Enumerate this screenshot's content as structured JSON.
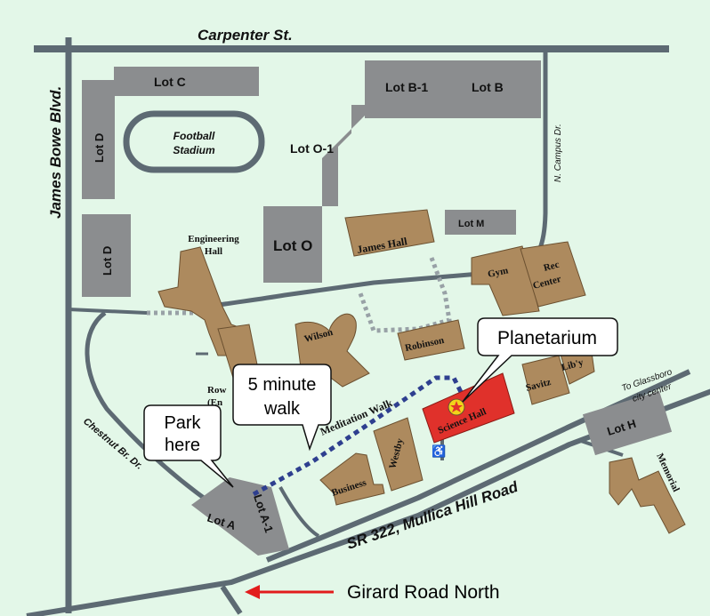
{
  "streets": {
    "carpenter": "Carpenter St.",
    "james_bowe": "James Bowe Blvd.",
    "n_campus": "N. Campus Dr.",
    "chestnut": "Chestnut Br. Dr.",
    "mullica": "SR 322, Mullica Hill Road",
    "to_glassboro_1": "To Glassboro",
    "to_glassboro_2": "city center",
    "meditation": "Meditation Walk",
    "girard": "Girard Road North"
  },
  "lots": {
    "c": "Lot C",
    "d1": "Lot D",
    "d2": "Lot D",
    "b1": "Lot B-1",
    "b": "Lot B",
    "o1": "Lot O-1",
    "o": "Lot O",
    "m": "Lot M",
    "a": "Lot A",
    "a1": "Lot A-1",
    "h": "Lot H"
  },
  "stadium": {
    "line1": "Football",
    "line2": "Stadium"
  },
  "buildings": {
    "engineering_1": "Engineering",
    "engineering_2": "Hall",
    "james_hall": "James Hall",
    "gym": "Gym",
    "rec_1": "Rec",
    "rec_2": "Center",
    "wilson": "Wilson",
    "robinson": "Robinson",
    "science_hall": "Science Hall",
    "savitz": "Savitz",
    "library": "Lib'y",
    "business": "Business",
    "westby": "Westby",
    "memorial": "Memorial",
    "rowan_1": "Row",
    "rowan_2": "(En"
  },
  "callouts": {
    "planetarium": "Planetarium",
    "walk_1": "5 minute",
    "walk_2": "walk",
    "park_1": "Park",
    "park_2": "here"
  },
  "icons": {
    "accessible": "♿",
    "star": "star"
  },
  "colors": {
    "background": "#e3f7e8",
    "road": "#5d6a73",
    "lot": "#8b8d8f",
    "building": "#ad8a5e",
    "highlight": "#e0312b",
    "path": "#2e3f8f",
    "arrow": "#e21c1c"
  }
}
